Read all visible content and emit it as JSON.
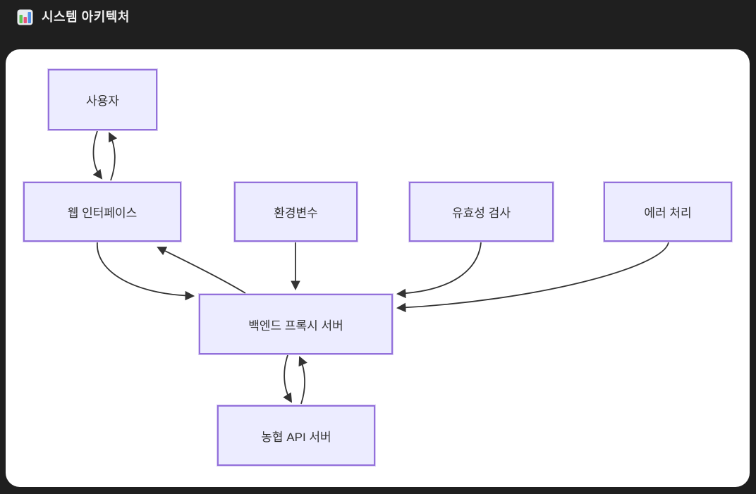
{
  "page": {
    "background_color": "#1f1f1f"
  },
  "header": {
    "title": "시스템 아키텍처",
    "icon": "bar-chart-icon",
    "icon_colors": {
      "frame": "#e9edf0",
      "bar_green": "#5fc453",
      "bar_pink": "#e8537a",
      "bar_blue": "#4f8fe6"
    }
  },
  "diagram": {
    "panel_background": "#ffffff",
    "node_fill": "#ECECFF",
    "node_border": "#9370DB",
    "edge_color": "#333333",
    "text_color": "#333333",
    "nodes": [
      {
        "id": "user",
        "label": "사용자"
      },
      {
        "id": "web-interface",
        "label": "웹 인터페이스"
      },
      {
        "id": "env-vars",
        "label": "환경변수"
      },
      {
        "id": "validation",
        "label": "유효성 검사"
      },
      {
        "id": "error-handling",
        "label": "에러 처리"
      },
      {
        "id": "backend-proxy",
        "label": "백엔드 프록시 서버"
      },
      {
        "id": "nh-api",
        "label": "농협 API 서버"
      }
    ],
    "edges": [
      {
        "from": "사용자",
        "to": "웹 인터페이스",
        "direction": "bidirectional"
      },
      {
        "from": "웹 인터페이스",
        "to": "백엔드 프록시 서버",
        "direction": "bidirectional"
      },
      {
        "from": "환경변수",
        "to": "백엔드 프록시 서버",
        "direction": "one-way"
      },
      {
        "from": "유효성 검사",
        "to": "백엔드 프록시 서버",
        "direction": "one-way"
      },
      {
        "from": "에러 처리",
        "to": "백엔드 프록시 서버",
        "direction": "one-way"
      },
      {
        "from": "백엔드 프록시 서버",
        "to": "농협 API 서버",
        "direction": "bidirectional"
      }
    ]
  }
}
